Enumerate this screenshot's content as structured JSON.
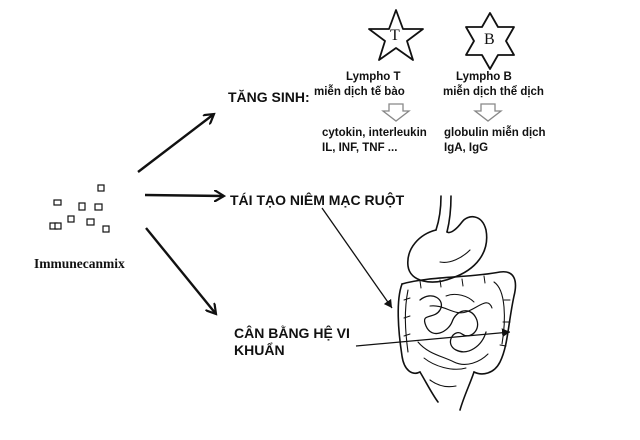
{
  "product": {
    "name": "Immunecanmix"
  },
  "effects": {
    "proliferation": "TĂNG SINH:",
    "mucosa": "TÁI TẠO NIÊM MẠC RUỘT",
    "microbiota_line1": "CÂN BẰNG HỆ VI",
    "microbiota_line2": "KHUẨN"
  },
  "cells": {
    "t": {
      "symbol": "T",
      "name": "Lympho T",
      "role": "miễn dịch tế bào",
      "products_line1": "cytokin, interleukin",
      "products_line2": "IL, INF, TNF ..."
    },
    "b": {
      "symbol": "B",
      "name": "Lympho B",
      "role": "miễn dịch thể dịch",
      "products_line1": "globulin miễn dịch",
      "products_line2": "IgA, IgG"
    }
  },
  "colors": {
    "ink": "#111111",
    "background": "#ffffff",
    "hollow_arrow": "#888888"
  }
}
